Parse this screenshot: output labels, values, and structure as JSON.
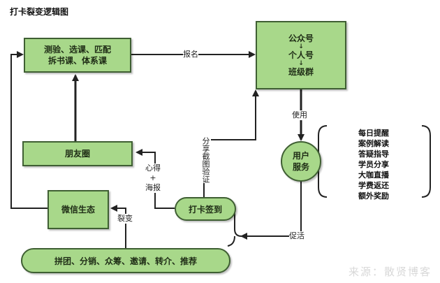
{
  "title": "打卡裂变逻辑图",
  "watermark": "来源：散贤博客",
  "nodes": {
    "courses": {
      "line1": "测验、选课、匹配",
      "line2": "拆书课、体系课"
    },
    "channels": {
      "item1": "公众号",
      "item2": "个人号",
      "item3": "班级群",
      "separator": "↓"
    },
    "moments": {
      "label": "朋友圈"
    },
    "wechat_eco": {
      "label": "微信生态"
    },
    "checkin": {
      "label": "打卡签到"
    },
    "service": {
      "line1": "用户",
      "line2": "服务"
    },
    "promo": {
      "label": "拼团、分销、众筹、邀请、转介、推荐"
    }
  },
  "edge_labels": {
    "signup": "报名",
    "use": "使用",
    "share_verify": "分享截图验证",
    "insight_a": "心得",
    "plus": "+",
    "insight_b": "海报",
    "fission": "裂变",
    "promote": "促活"
  },
  "benefits": [
    "每日提醒",
    "案例解读",
    "答疑指导",
    "学员分享",
    "大咖直播",
    "学费返还",
    "额外奖励"
  ],
  "colors": {
    "node_fill": "#a8d88a",
    "node_border": "#3f5f33",
    "line": "#222222"
  }
}
